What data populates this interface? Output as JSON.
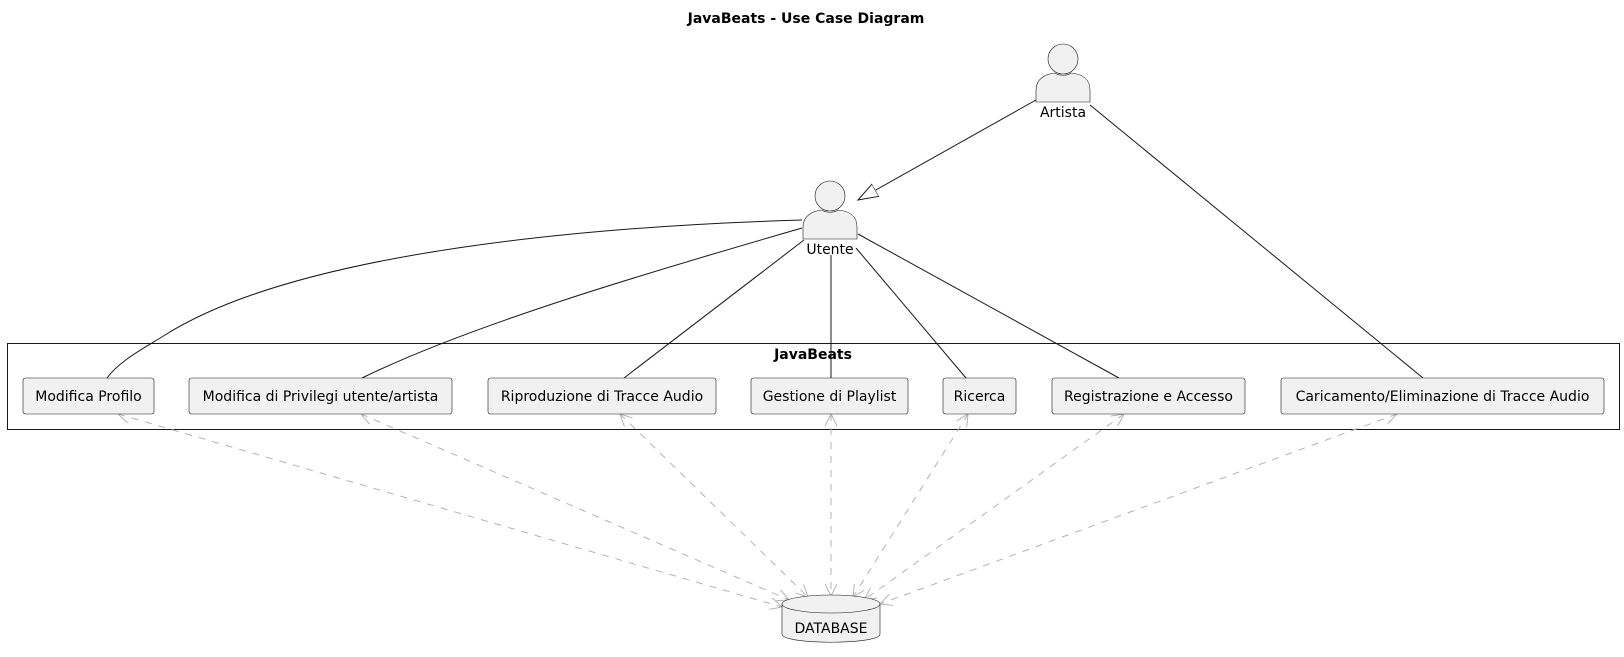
{
  "diagram": {
    "title": "JavaBeats - Use Case Diagram",
    "system": {
      "name": "JavaBeats"
    },
    "actors": [
      {
        "id": "utente",
        "label": "Utente"
      },
      {
        "id": "artista",
        "label": "Artista"
      }
    ],
    "generalization": {
      "from": "artista",
      "to": "utente"
    },
    "use_cases": [
      {
        "id": "uc1",
        "label": "Modifica Profilo",
        "actor": "utente"
      },
      {
        "id": "uc2",
        "label": "Modifica di Privilegi utente/artista",
        "actor": "utente"
      },
      {
        "id": "uc3",
        "label": "Riproduzione di Tracce Audio",
        "actor": "utente"
      },
      {
        "id": "uc4",
        "label": "Gestione di Playlist",
        "actor": "utente"
      },
      {
        "id": "uc5",
        "label": "Ricerca",
        "actor": "utente"
      },
      {
        "id": "uc6",
        "label": "Registrazione e Accesso",
        "actor": "utente"
      },
      {
        "id": "uc7",
        "label": "Caricamento/Eliminazione di Tracce Audio",
        "actor": "artista"
      }
    ],
    "database": {
      "label": "DATABASE"
    },
    "colors": {
      "node_fill": "#f1f1f1",
      "line": "#181818",
      "dependency": "#b3b3b3"
    }
  }
}
